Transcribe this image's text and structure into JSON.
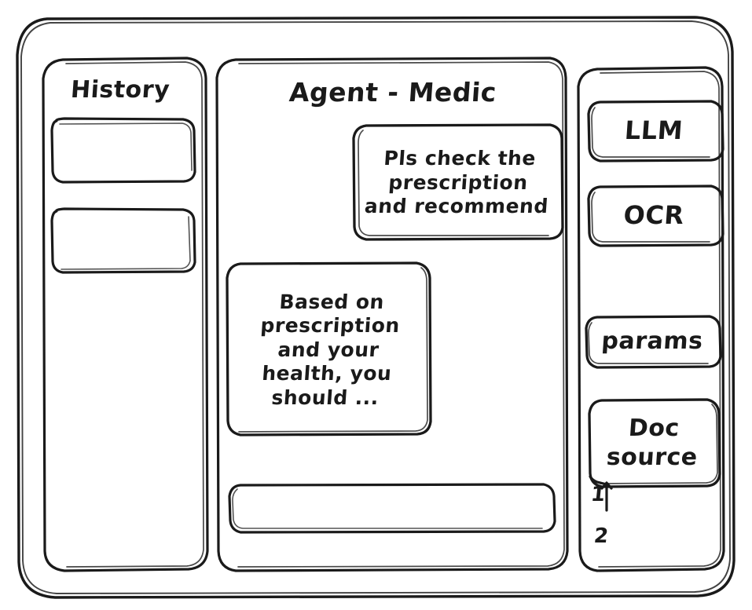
{
  "app": {
    "window_title": "Agent - Medic",
    "style": "hand-drawn wireframe",
    "stroke_color": "#1a1a1a",
    "background_color": "#ffffff"
  },
  "sidebar": {
    "title": "History",
    "items": [
      {
        "label": ""
      },
      {
        "label": ""
      }
    ]
  },
  "main": {
    "title": "Agent - Medic",
    "messages": [
      {
        "role": "user",
        "text": "Pls check the\nprescription\nand recommend"
      },
      {
        "role": "agent",
        "text": "Based on\nprescription\nand your\nhealth, you\nshould ..."
      }
    ],
    "composer": {
      "value": "",
      "placeholder": ""
    }
  },
  "tools": {
    "items": [
      {
        "label": "LLM"
      },
      {
        "label": "OCR"
      },
      {
        "label": "params"
      },
      {
        "label": "Doc\nsource"
      }
    ],
    "doc_source_refs": [
      "1",
      "2"
    ]
  }
}
